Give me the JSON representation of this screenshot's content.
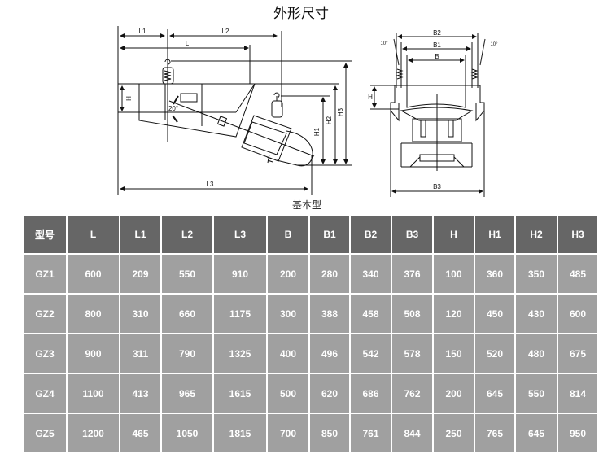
{
  "title": "外形尺寸",
  "caption": "基本型",
  "side_view_labels": {
    "L1": "L1",
    "L2": "L2",
    "L": "L",
    "H": "H",
    "angle": "20°",
    "H1": "H1",
    "H2": "H2",
    "H3": "H3",
    "L3": "L3"
  },
  "front_view_labels": {
    "B2": "B2",
    "B1": "B1",
    "B": "B",
    "H": "H",
    "angle_left": "10°",
    "angle_right": "10°",
    "B3": "B3"
  },
  "table": {
    "headers": [
      "型号",
      "L",
      "L1",
      "L2",
      "L3",
      "B",
      "B1",
      "B2",
      "B3",
      "H",
      "H1",
      "H2",
      "H3"
    ],
    "rows": [
      [
        "GZ1",
        "600",
        "209",
        "550",
        "910",
        "200",
        "280",
        "340",
        "376",
        "100",
        "360",
        "350",
        "485"
      ],
      [
        "GZ2",
        "800",
        "310",
        "660",
        "1175",
        "300",
        "388",
        "458",
        "508",
        "120",
        "450",
        "430",
        "600"
      ],
      [
        "GZ3",
        "900",
        "311",
        "790",
        "1325",
        "400",
        "496",
        "542",
        "578",
        "150",
        "520",
        "480",
        "675"
      ],
      [
        "GZ4",
        "1100",
        "413",
        "965",
        "1615",
        "500",
        "620",
        "686",
        "762",
        "200",
        "645",
        "550",
        "814"
      ],
      [
        "GZ5",
        "1200",
        "465",
        "1050",
        "1815",
        "700",
        "850",
        "761",
        "844",
        "250",
        "765",
        "645",
        "950"
      ]
    ]
  }
}
